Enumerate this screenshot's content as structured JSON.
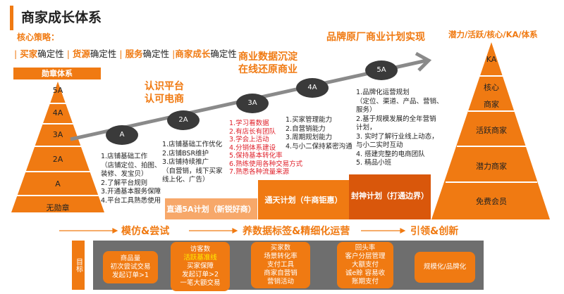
{
  "title": "商家成长体系",
  "core_strategy_label": "核心策略：",
  "strategies": [
    {
      "key": "买家",
      "suffix": "确定性"
    },
    {
      "key": "货源",
      "suffix": "确定性"
    },
    {
      "key": "服务",
      "suffix": "确定性"
    },
    {
      "key": "商家成长",
      "suffix": "确定性"
    }
  ],
  "medal_system": {
    "title": "勋章体系",
    "levels": [
      "5A",
      "4A",
      "3A",
      "2A",
      "A",
      "无勋章"
    ]
  },
  "headings": {
    "h1a": "认识平台",
    "h1b": "认可电商",
    "h2a": "商业数据沉淀",
    "h2b": "在线还原商业",
    "h3": "品牌原厂商业计划实现"
  },
  "milestones": [
    "A",
    "2A",
    "3A",
    "4A",
    "5A"
  ],
  "lists": {
    "A": "1.店铺基础工作\n（店铺定位、拍图、\n装修、发宝贝）\n2.了解平台规则\n3.开通基本服务保障\n4.平台工具熟悉使用",
    "2A": "1.店铺基础工作优化\n2.店铺BSR维护\n3.店铺持续推广\n（自营销，线下买家\n线上化、广告）",
    "3A": "1.学习看数据\n2.有店长有团队\n3.学会上活动\n4.分销体系建设\n5.保持基本转化率\n6.熟练使用各种交易方式\n7.熟悉各种流量来源",
    "4A": "1.买家管理能力\n2.自营销能力\n3.周期规划能力\n4.与小二保持紧密沟通",
    "5A": "1.品牌化运营规划\n（定位、渠道、产品、营销、\n服务）\n2.基于规模发展的全年营销\n计划，\n3. 实时了解行业线上动态，\n与小二实时互动\n4. 搭建完整的电商团队\n5. 精品小班"
  },
  "plans": [
    "直通5A计划（新锐好商）",
    "通天计划（牛商钜惠）",
    "封神计划（打通边界）"
  ],
  "merchant_pyramid": {
    "title": "潜力/活跃/核心/KA/体系",
    "levels": [
      "KA",
      "核心",
      "商家",
      "活跃商家",
      "潜力商家",
      "免费会员"
    ]
  },
  "stages": [
    "模仿&尝试",
    "养数据标签&精细化运营",
    "引领&创新"
  ],
  "goal_label": "目标",
  "goal_boxes": [
    [
      "商品量",
      "初次尝试交易",
      "发起订单>1"
    ],
    [
      "访客数",
      "活跃基准线",
      "买家保障",
      "发起订单>2",
      "一笔大额交易"
    ],
    [
      "买家数",
      "场景转化率",
      "支付工具",
      "商家自营销",
      "营销活动"
    ],
    [
      "回头率",
      "客户分层管理",
      "大额支付",
      "诚e赊 容易收",
      "账期支付"
    ],
    [
      "规模化/品牌化"
    ]
  ],
  "colors": {
    "accent": "#f07a12",
    "dark": "#3a3a3a",
    "red": "#e0212b"
  }
}
